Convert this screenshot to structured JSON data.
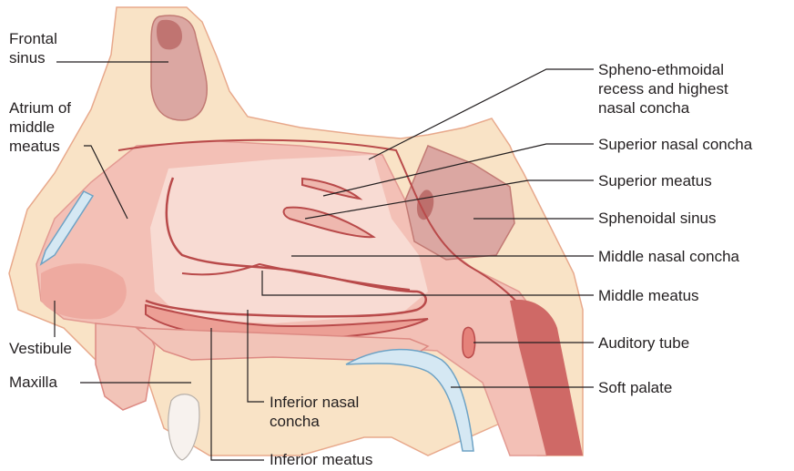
{
  "labels": {
    "frontal_sinus": "Frontal\nsinus",
    "atrium": "Atrium of\nmiddle\nmeatus",
    "vestibule": "Vestibule",
    "maxilla": "Maxilla",
    "spheno_ethmoidal": "Spheno-ethmoidal\nrecess and highest\nnasal concha",
    "superior_concha": "Superior nasal concha",
    "superior_meatus": "Superior meatus",
    "sphenoidal_sinus": "Sphenoidal sinus",
    "middle_concha": "Middle nasal concha",
    "middle_meatus": "Middle meatus",
    "auditory_tube": "Auditory tube",
    "soft_palate": "Soft palate",
    "inferior_concha": "Inferior nasal\nconcha",
    "inferior_meatus": "Inferior meatus"
  },
  "colors": {
    "bone": "#f9e3c6",
    "bone_outline": "#e8a98c",
    "mucosa": "#f3c0b6",
    "mucosa_light": "#f8dbd3",
    "mucosa_dark": "#dd8a83",
    "outline": "#b94a4a",
    "cartilage": "#d5e8f3",
    "pharynx": "#cf6966",
    "leader": "#231f20"
  }
}
